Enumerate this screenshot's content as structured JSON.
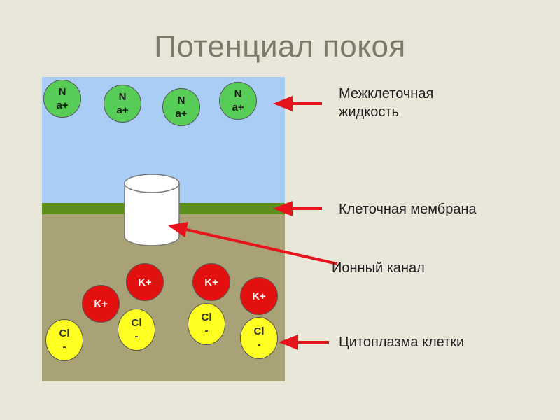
{
  "title": "Потенциал покоя",
  "labels": {
    "extracellular_fluid": "Межклеточная\nжидкость",
    "cell_membrane": "Клеточная мембрана",
    "ion_channel": "Ионный канал",
    "cytoplasm": "Цитоплазма клетки"
  },
  "ions": {
    "sodium": [
      "N\na+",
      "N\na+",
      "N\na+",
      "N\na+"
    ],
    "potassium": [
      "K+",
      "K+",
      "K+",
      "K+"
    ],
    "chloride": [
      "Cl\n-",
      "Cl\n-",
      "Cl\n-",
      "Cl\n-"
    ]
  },
  "colors": {
    "background": "#e9e6da",
    "extracellular_fluid": "#aacdf5",
    "membrane": "#5e8f1c",
    "cytoplasm": "#a8a276",
    "sodium": "#57cc57",
    "potassium": "#e31010",
    "chloride": "#ffff22",
    "arrow": "#e8141c"
  }
}
